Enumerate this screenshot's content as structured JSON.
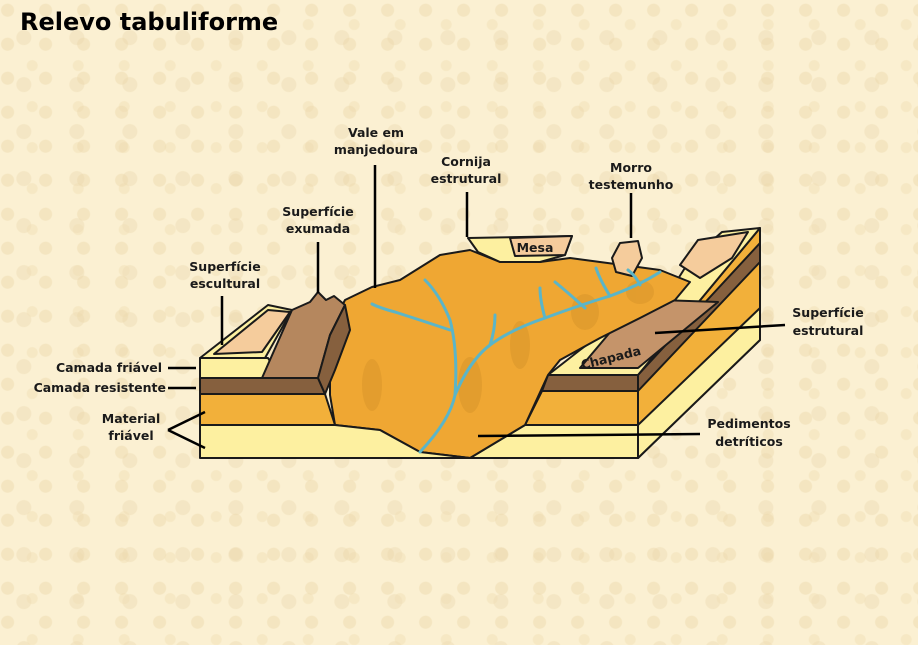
{
  "title": "Relevo tabuliforme",
  "diagram": {
    "vale_line1": "Vale em",
    "vale_line2": "manjedoura",
    "cornija_line1": "Cornija",
    "cornija_line2": "estrutural",
    "morro_line1": "Morro",
    "morro_line2": "testemunho",
    "exumada_line1": "Superfície",
    "exumada_line2": "exumada",
    "escultural_line1": "Superfície",
    "escultural_line2": "escultural",
    "estrutural_line1": "Superfície",
    "estrutural_line2": "estrutural",
    "mesa": "Mesa",
    "chapada": "Chapada",
    "camada_friavel": "Camada friável",
    "camada_resistente": "Camada resistente",
    "material_line1": "Material",
    "material_line2": "friável",
    "pedimentos_line1": "Pedimentos",
    "pedimentos_line2": "detríticos"
  },
  "colors": {
    "background": "#fbf0d2",
    "valley": "#efa733",
    "pale_yellow": "#fdf0a0",
    "orange_layer": "#f2b03a",
    "brown_layer": "#86603e",
    "surface_tan": "#c5946a",
    "peach_top": "#f5cc9c",
    "river": "#5bb5c8"
  }
}
